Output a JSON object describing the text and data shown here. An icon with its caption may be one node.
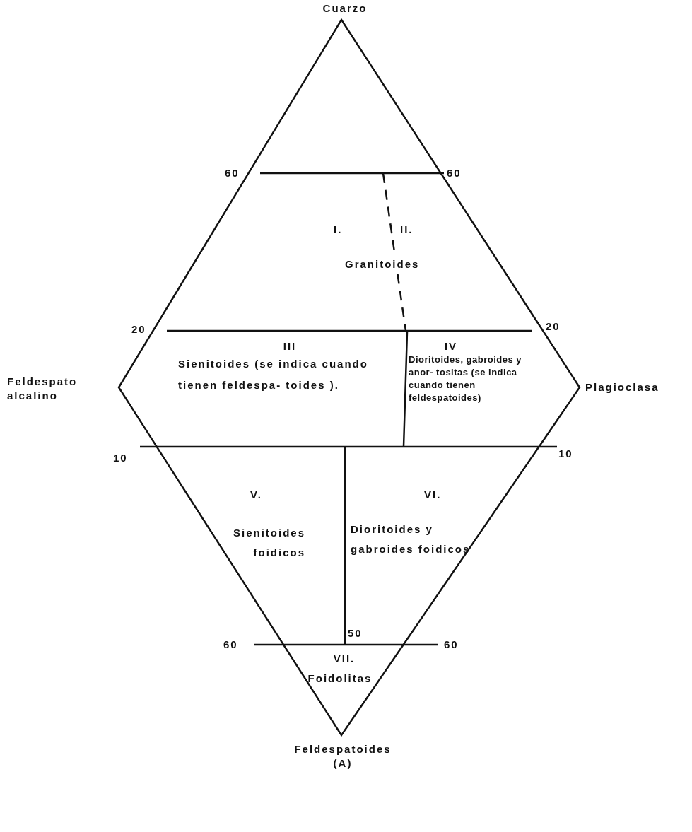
{
  "diagram": {
    "labels": [
      "Cuarzo",
      "60",
      "60",
      "I.",
      "II.",
      "Granitoides",
      "20",
      "20",
      "III",
      "IV",
      "Sienitoides (se indica cuando tienen feldespa- toides ).",
      "Dioritoides, gabroides y anor- tositas (se indica cuando tienen feldespatoides)",
      "Feldespato alcalino",
      "Plagioclasa",
      "10",
      "10",
      "V.",
      "VI.",
      "Sienitoides foidicos",
      "Dioritoides y gabroides foidicos",
      "50",
      "60",
      "60",
      "VII.",
      "Foidolitas",
      "Feldespatoides (A)"
    ]
  }
}
